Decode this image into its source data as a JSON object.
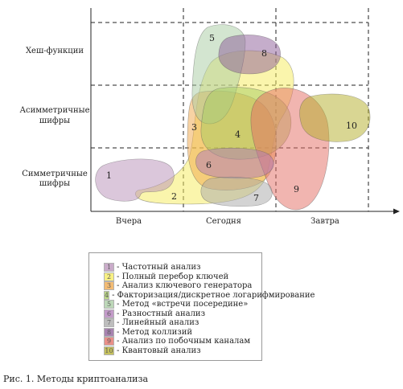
{
  "rows": [
    "Хеш-функции",
    "Асимметричные\nшифры",
    "Симметричные\nшифры"
  ],
  "columns": [
    "Вчера",
    "Сегодня",
    "Завтра"
  ],
  "methods": [
    {
      "num": "1",
      "label": "Частотный анализ",
      "color": "#b88fb8"
    },
    {
      "num": "2",
      "label": "Полный перебор ключей",
      "color": "#f6ec5a"
    },
    {
      "num": "3",
      "label": "Анализ ключевого генератора",
      "color": "#f0a648"
    },
    {
      "num": "4",
      "label": "Факторизация/дискретное логарифмирование",
      "color": "#a6cc60"
    },
    {
      "num": "5",
      "label": "Метод «встречи посередине»",
      "color": "#a8cca2"
    },
    {
      "num": "6",
      "label": "Разностный анализ",
      "color": "#b07ab8"
    },
    {
      "num": "7",
      "label": "Линейный анализ",
      "color": "#a8a8a8"
    },
    {
      "num": "8",
      "label": "Метод коллизий",
      "color": "#8c5c98"
    },
    {
      "num": "9",
      "label": "Анализ по побочным каналам",
      "color": "#e36b62"
    },
    {
      "num": "10",
      "label": "Квантовый анализ",
      "color": "#b4ae28"
    }
  ],
  "caption": "Рис. 1. Методы криптоанализа"
}
